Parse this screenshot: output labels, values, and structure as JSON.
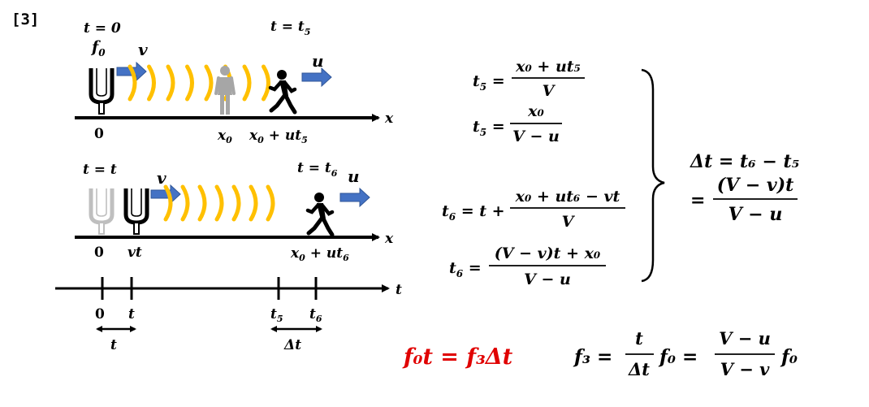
{
  "problem_label": "[3]",
  "diagram1": {
    "time_label": "t = 0",
    "time_label_right": "t = t",
    "time_sub": "5",
    "source": "f",
    "source_sub": "0",
    "wave_speed": "v",
    "listener_speed": "u",
    "axis_var": "x",
    "origin": "0",
    "x0": "x",
    "x0_sub": "0",
    "listener_pos": "x",
    "listener_pos_mid": " + ut",
    "listener_pos_sub": "5"
  },
  "diagram2": {
    "time_label": "t = t",
    "time_label_right": "t = t",
    "time_sub": "6",
    "wave_speed": "v",
    "listener_speed": "u",
    "axis_var": "x",
    "origin": "0",
    "source_pos": "vt",
    "listener_pos": "x",
    "listener_pos_mid": " + ut",
    "listener_pos_sub": "6"
  },
  "timeline": {
    "axis_var": "t",
    "ticks": [
      "0",
      "t",
      "t",
      "t"
    ],
    "tick_subs": [
      "",
      "",
      "5",
      "6"
    ],
    "interval1": "t",
    "interval2": "Δt"
  },
  "colors": {
    "wave": "#FFC000",
    "arrow": "#4472C4",
    "person_gray": "#A6A6A6",
    "fork_gray": "#BFBFBF",
    "highlight": "#E00000"
  },
  "equations": {
    "eq1_lhs": "t",
    "eq1_lhs_sub": "5",
    "eq1_num": "x₀ + ut₅",
    "eq1_den": "V",
    "eq2_lhs": "t",
    "eq2_lhs_sub": "5",
    "eq2_num": "x₀",
    "eq2_den": "V − u",
    "eq3_lhs": "t",
    "eq3_lhs_sub": "6",
    "eq3_mid": " = t +",
    "eq3_num": "x₀ + ut₆ − vt",
    "eq3_den": "V",
    "eq4_lhs": "t",
    "eq4_lhs_sub": "6",
    "eq4_num": "(V − v)t + x₀",
    "eq4_den": "V − u",
    "delta_line1": "Δt = t₆ − t₅",
    "delta_num": "(V − v)t",
    "delta_den": "V − u",
    "red_eq": "f₀t = f₃Δt",
    "f3_lhs": "f₃ =",
    "f3_num1": "t",
    "f3_den1": "Δt",
    "f3_f0a": "f₀ =",
    "f3_num2": "V − u",
    "f3_den2": "V − v",
    "f3_f0b": "f₀"
  }
}
